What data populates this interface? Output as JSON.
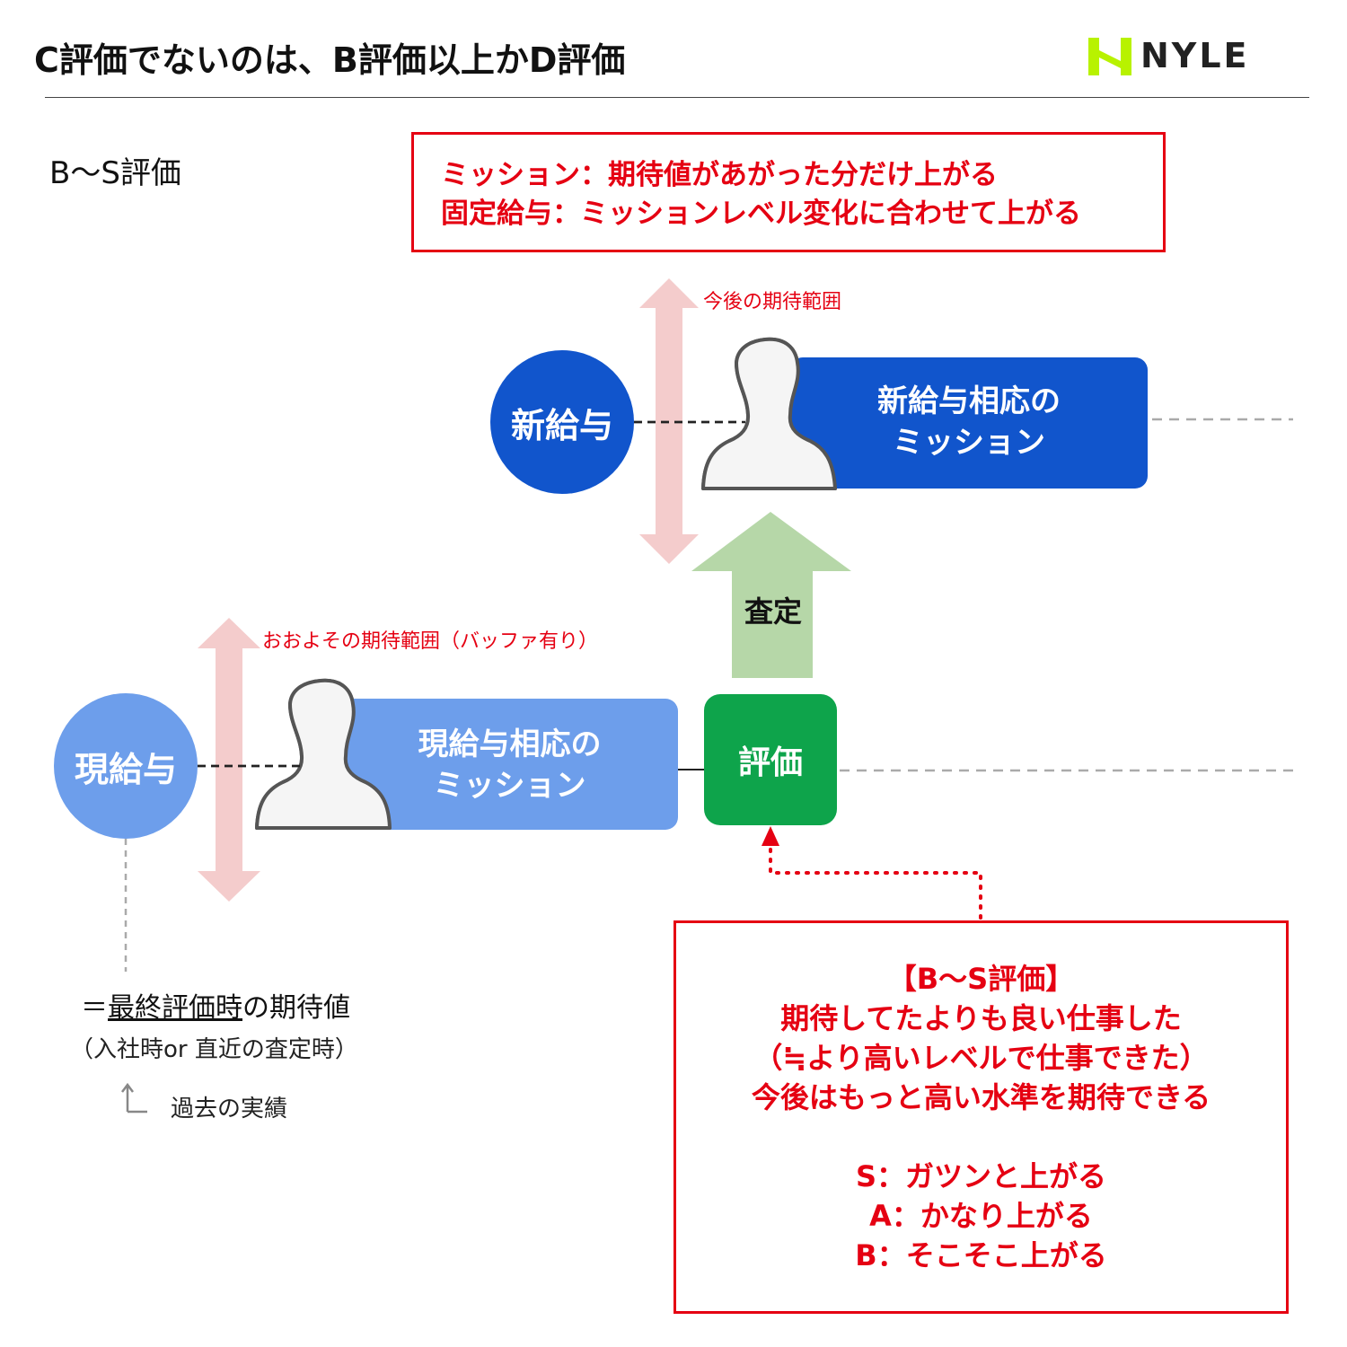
{
  "title": "C評価でないのは、B評価以上かD評価",
  "logo": {
    "text": "NYLE",
    "accent": "#b8f200"
  },
  "section_label": "B〜S評価",
  "top_box": {
    "line1": "ミッション：期待値があがった分だけ上がる",
    "line2": "固定給与：ミッションレベル変化に合わせて上がる"
  },
  "new_salary": {
    "circle_label": "新給与",
    "mission_line1": "新給与相応の",
    "mission_line2": "ミッション",
    "expectation": "今後の期待範囲"
  },
  "current_salary": {
    "circle_label": "現給与",
    "mission_line1": "現給与相応の",
    "mission_line2": "ミッション",
    "expectation": "おおよその期待範囲（バッファ有り）"
  },
  "assessment_label": "査定",
  "evaluation_label": "評価",
  "notes": {
    "line1_prefix": "＝",
    "line1_underlined": "最終評価時",
    "line1_suffix": "の期待値",
    "line2": "（入社時or 直近の査定時）",
    "line3": "過去の実績"
  },
  "bottom_box": {
    "heading": "【B〜S評価】",
    "lines": [
      "期待してたよりも良い仕事した",
      "（≒より高いレベルで仕事できた）",
      "今後はもっと高い水準を期待できる"
    ],
    "grades": [
      "S：ガツンと上がる",
      "A：かなり上がる",
      "B：そこそこ上がる"
    ]
  },
  "colors": {
    "dark_blue": "#1155cc",
    "light_blue": "#6d9eeb",
    "green": "#0ea44b",
    "light_green": "#b6d7a8",
    "pink": "#f4cccc",
    "red": "#e50012"
  }
}
